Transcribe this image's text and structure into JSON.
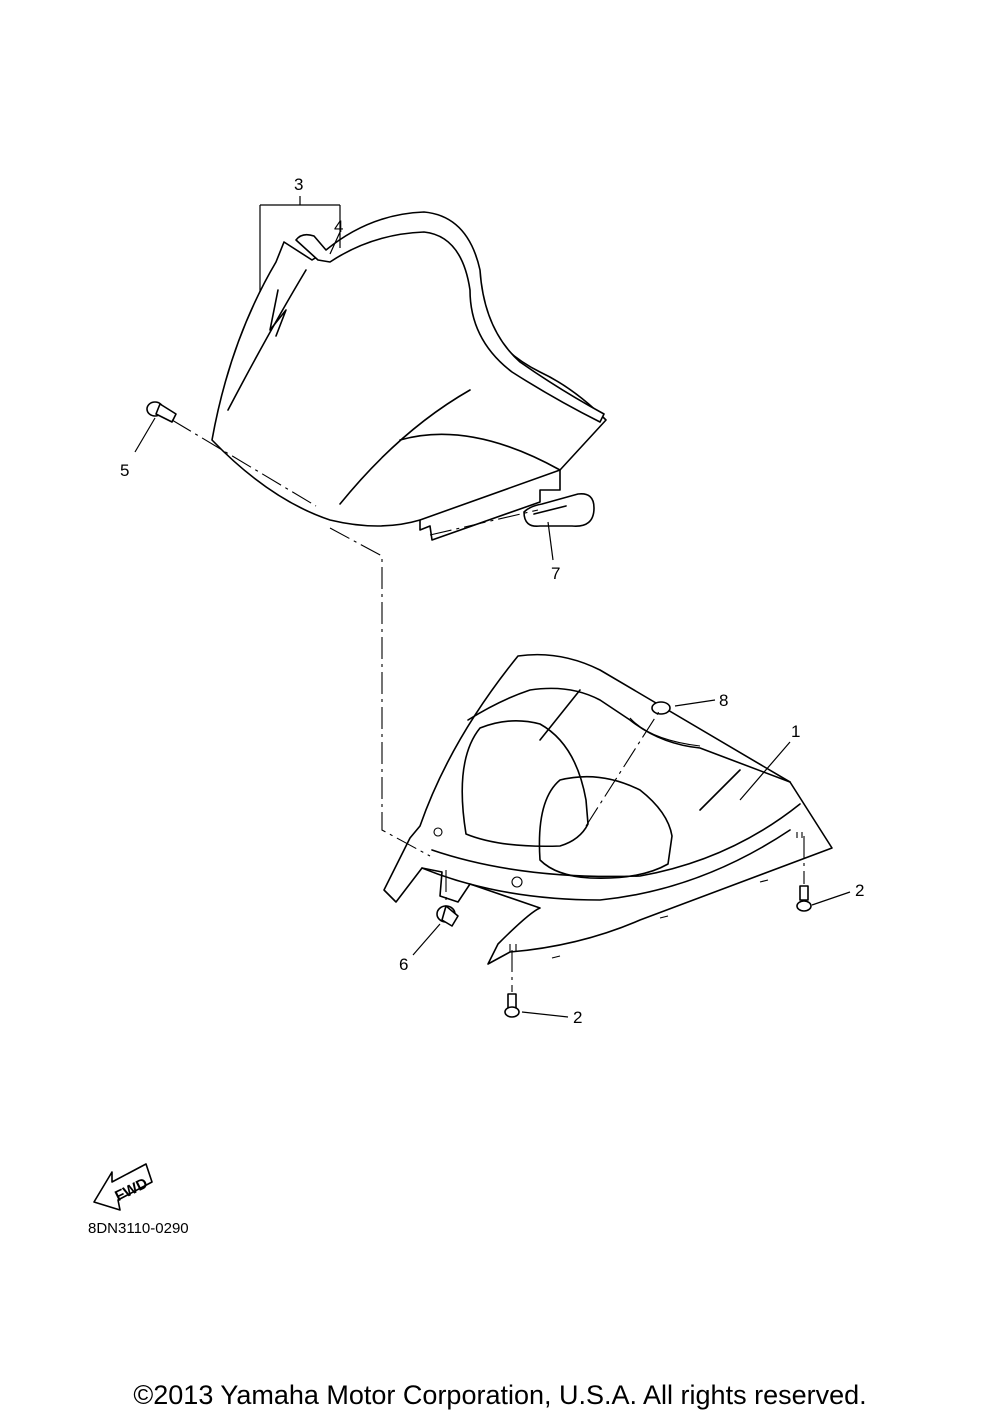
{
  "callouts": {
    "c1": "1",
    "c2a": "2",
    "c2b": "2",
    "c3": "3",
    "c4": "4",
    "c5": "5",
    "c6": "6",
    "c7": "7",
    "c8": "8"
  },
  "fwd_label": "FWD",
  "diagram_code": "8DN3110-0290",
  "copyright": "©2013 Yamaha Motor Corporation, U.S.A. All rights reserved."
}
